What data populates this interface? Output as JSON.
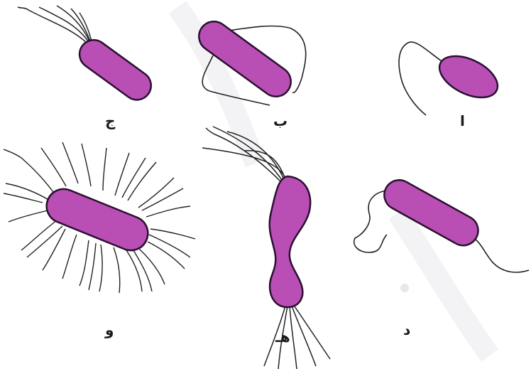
{
  "labels": {
    "alef": "ا",
    "be": "ب",
    "jim": "ج",
    "dal": "د",
    "he": "هـ",
    "vav": "و"
  },
  "colors": {
    "cell_fill": "#b94fb5",
    "cell_outline": "#2a1030",
    "flagellum": "#222222",
    "background": "#ffffff"
  }
}
